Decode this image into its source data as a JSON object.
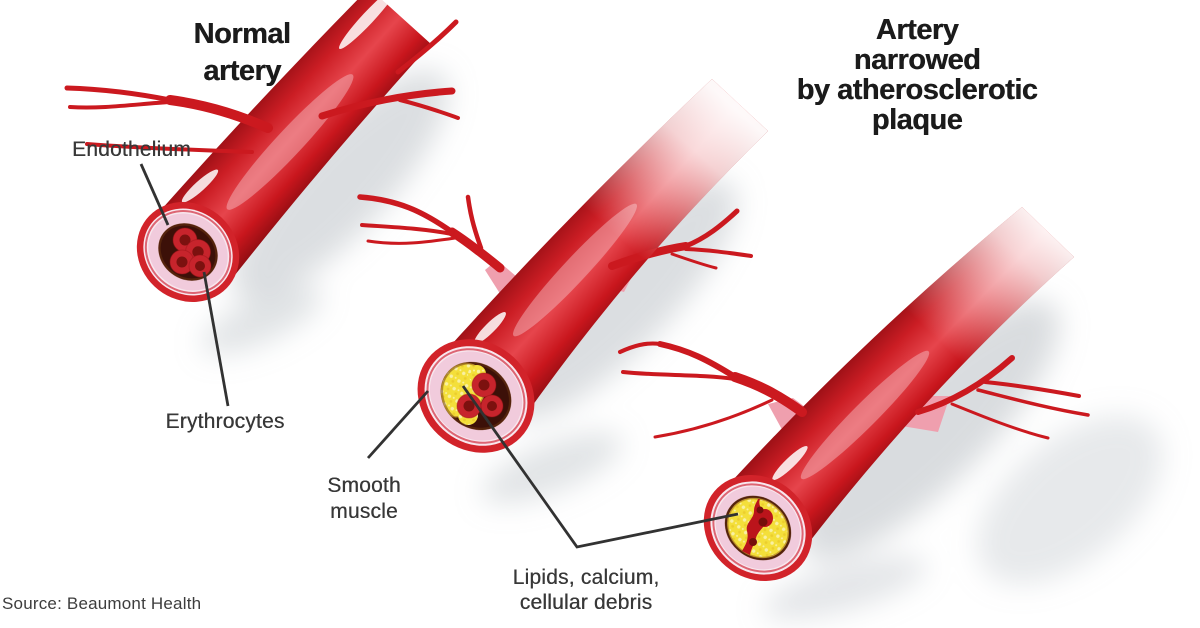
{
  "figure": {
    "title_left": {
      "lines": [
        "Normal",
        "artery"
      ]
    },
    "title_right": {
      "lines": [
        "Artery",
        "narrowed",
        "by atherosclerotic",
        "plaque"
      ]
    },
    "labels": {
      "endothelium": "Endothelium",
      "erythrocytes": "Erythrocytes",
      "smooth_muscle": {
        "lines": [
          "Smooth",
          "muscle"
        ]
      },
      "plaque_contents": {
        "lines": [
          "Lipids, calcium,",
          "cellular debris"
        ]
      }
    },
    "source": "Source: Beaumont Health",
    "colors": {
      "artery_red": "#d2232a",
      "branch_red": "#cb191f",
      "wall_pink": "#f1cbdc",
      "wall_pale": "#f8e7ee",
      "ring_red": "#dd6573",
      "web_pink": "#ef9fae",
      "lumen_brown": "#3c1008",
      "erythrocyte_red": "#c7242c",
      "erythrocyte_core": "#7c110f",
      "plaque_yellow": "#f4df3a",
      "plaque_speckle": "#f9f0a2",
      "plaque_outline": "#c49a2b",
      "shadow_gray": "#aab1b8",
      "pointer_line": "#323232",
      "title_text": "#1b1b1b",
      "label_text": "#383838",
      "source_text": "#3d3d3d",
      "background": "#ffffff"
    }
  }
}
